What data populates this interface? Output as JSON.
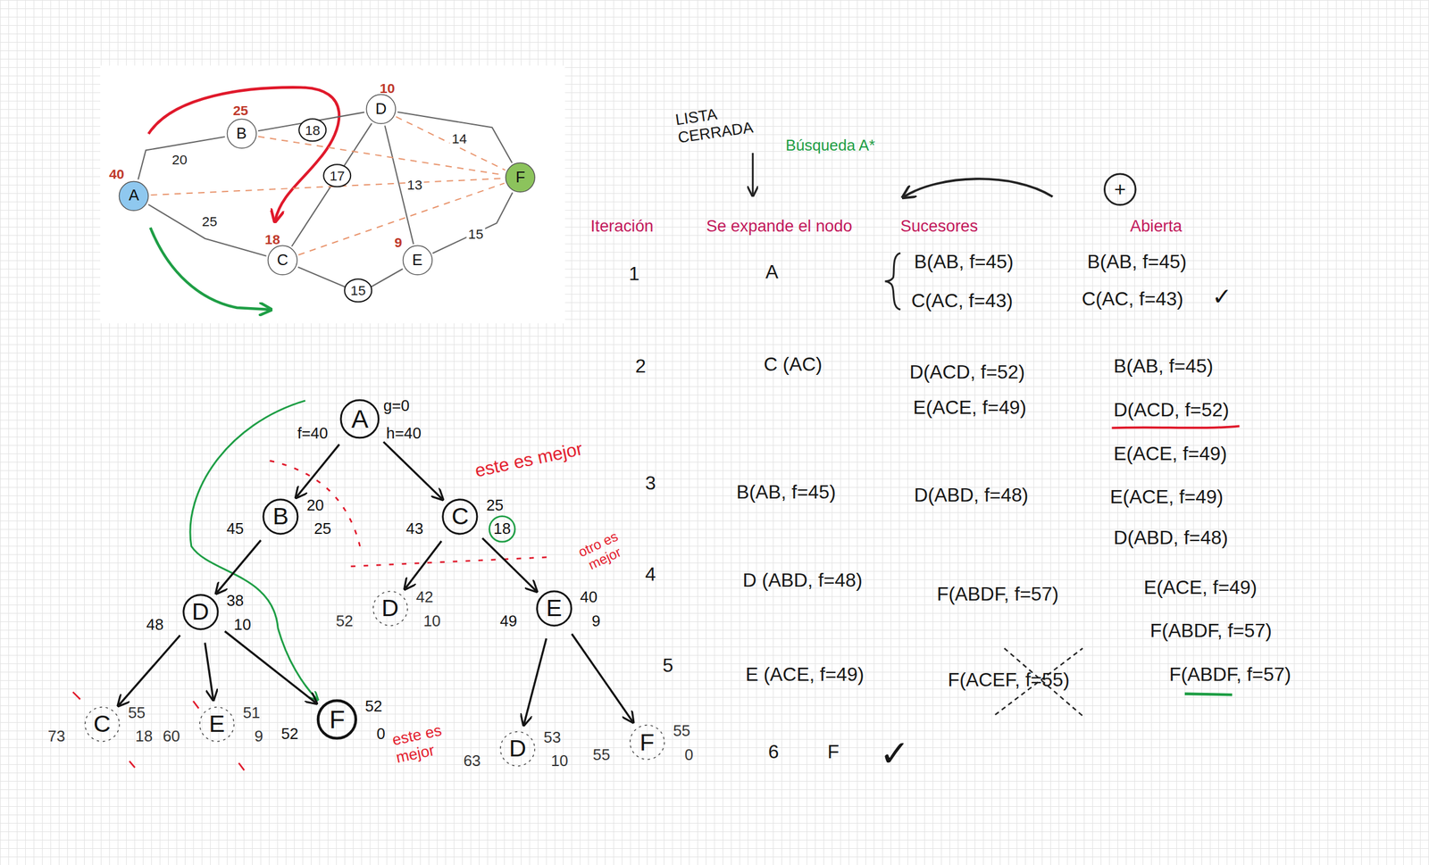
{
  "diagram": {
    "nodes": [
      {
        "text": [
          "A",
          "40"
        ]
      },
      {
        "text": [
          "B",
          "25"
        ]
      },
      {
        "text": [
          "C",
          "18"
        ]
      },
      {
        "text": [
          "D",
          "10"
        ]
      },
      {
        "text": [
          "E",
          "9"
        ]
      },
      {
        "text": [
          "F"
        ]
      },
      {
        "text": [
          "A",
          "g=0",
          "f=40",
          "h=40"
        ]
      },
      {
        "text": [
          "B",
          "20",
          "45",
          "25"
        ]
      },
      {
        "text": [
          "C",
          "25",
          "43",
          "18"
        ]
      },
      {
        "text": [
          "D",
          "38",
          "48",
          "10"
        ]
      },
      {
        "text": [
          "D",
          "42",
          "52",
          "10"
        ]
      },
      {
        "text": [
          "E",
          "40",
          "49",
          "9"
        ]
      },
      {
        "text": [
          "C",
          "55",
          "73",
          "18"
        ]
      },
      {
        "text": [
          "E",
          "51",
          "60",
          "9"
        ]
      },
      {
        "text": [
          "F",
          "52",
          "52",
          "0"
        ]
      },
      {
        "text": [
          "D",
          "53",
          "63",
          "10"
        ]
      },
      {
        "text": [
          "F",
          "55",
          "55",
          "0"
        ]
      }
    ],
    "edges": [
      {
        "from": 0,
        "to": 1,
        "arrow": "none",
        "label": "20"
      },
      {
        "from": 0,
        "to": 2,
        "arrow": "none",
        "label": "25"
      },
      {
        "from": 1,
        "to": 3,
        "arrow": "none",
        "label": "18"
      },
      {
        "from": 2,
        "to": 3,
        "arrow": "none",
        "label": "17"
      },
      {
        "from": 3,
        "to": 4,
        "arrow": "none",
        "label": "13"
      },
      {
        "from": 3,
        "to": 5,
        "arrow": "none",
        "label": "14"
      },
      {
        "from": 4,
        "to": 5,
        "arrow": "none",
        "label": "15"
      },
      {
        "from": 2,
        "to": 4,
        "arrow": "none",
        "label": "15"
      },
      {
        "from": 0,
        "to": 5,
        "arrow": "none"
      },
      {
        "from": 1,
        "to": 5,
        "arrow": "none"
      },
      {
        "from": 2,
        "to": 5,
        "arrow": "none"
      },
      {
        "from": 3,
        "to": 5,
        "arrow": "none"
      },
      {
        "from": 6,
        "to": 7,
        "arrow": "to"
      },
      {
        "from": 6,
        "to": 8,
        "arrow": "to"
      },
      {
        "from": 7,
        "to": 9,
        "arrow": "to"
      },
      {
        "from": 8,
        "to": 10,
        "arrow": "to"
      },
      {
        "from": 8,
        "to": 11,
        "arrow": "to"
      },
      {
        "from": 9,
        "to": 12,
        "arrow": "to"
      },
      {
        "from": 9,
        "to": 13,
        "arrow": "to"
      },
      {
        "from": 9,
        "to": 14,
        "arrow": "to"
      },
      {
        "from": 11,
        "to": 15,
        "arrow": "to"
      },
      {
        "from": 11,
        "to": 16,
        "arrow": "to"
      }
    ],
    "labels": [
      "LISTA CERRADA",
      "Búsqueda A*",
      "+",
      "Iteración",
      "Se expande el nodo",
      "Sucesores",
      "Abierta",
      "1",
      "A",
      "B(AB, f=45)",
      "C(AC, f=43)",
      "B(AB, f=45)",
      "C(AC, f=43)",
      "✓",
      "2",
      "C (AC)",
      "D(ACD, f=52)",
      "E(ACE, f=49)",
      "B(AB, f=45)",
      "D(ACD, f=52)",
      "E(ACE, f=49)",
      "3",
      "B(AB, f=45)",
      "D(ABD, f=48)",
      "E(ACE, f=49)",
      "D(ABD, f=48)",
      "4",
      "D (ABD, f=48)",
      "F(ABDF, f=57)",
      "E(ACE, f=49)",
      "F(ABDF, f=57)",
      "5",
      "E (ACE, f=49)",
      "F(ACEF, f=55)",
      "F(ABDF, f=57)",
      "6",
      "F",
      "✓",
      "este es mejor",
      "otro es mejor",
      "este es mejor"
    ]
  }
}
